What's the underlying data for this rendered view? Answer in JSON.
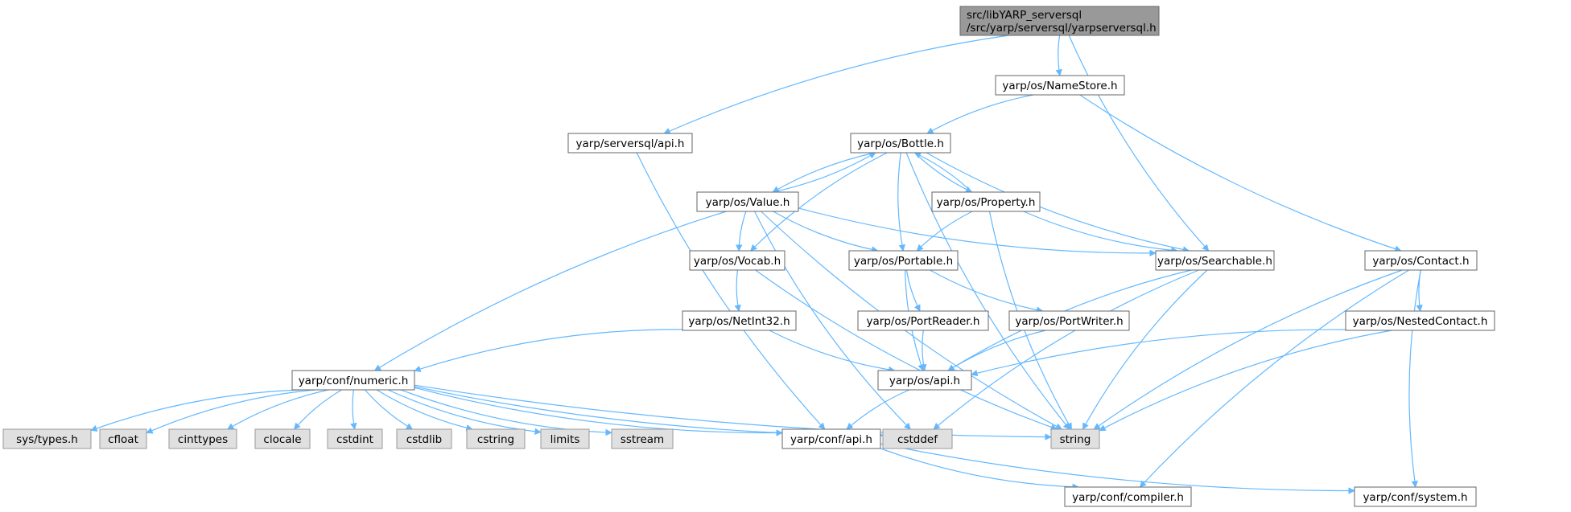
{
  "graph": {
    "edge_color": "#63b8ff",
    "root_color": "#999999",
    "system_color": "#e0e0e0",
    "nodes": {
      "root": {
        "lines": [
          "src/libYARP_serversql",
          "/src/yarp/serversql/yarpserversql.h"
        ],
        "kind": "root"
      },
      "nameStore": {
        "lines": [
          "yarp/os/NameStore.h"
        ],
        "kind": "normal"
      },
      "serversqlApi": {
        "lines": [
          "yarp/serversql/api.h"
        ],
        "kind": "normal"
      },
      "bottle": {
        "lines": [
          "yarp/os/Bottle.h"
        ],
        "kind": "normal"
      },
      "value": {
        "lines": [
          "yarp/os/Value.h"
        ],
        "kind": "normal"
      },
      "property": {
        "lines": [
          "yarp/os/Property.h"
        ],
        "kind": "normal"
      },
      "vocab": {
        "lines": [
          "yarp/os/Vocab.h"
        ],
        "kind": "normal"
      },
      "portable": {
        "lines": [
          "yarp/os/Portable.h"
        ],
        "kind": "normal"
      },
      "searchable": {
        "lines": [
          "yarp/os/Searchable.h"
        ],
        "kind": "normal"
      },
      "contact": {
        "lines": [
          "yarp/os/Contact.h"
        ],
        "kind": "normal"
      },
      "netInt32": {
        "lines": [
          "yarp/os/NetInt32.h"
        ],
        "kind": "normal"
      },
      "portReader": {
        "lines": [
          "yarp/os/PortReader.h"
        ],
        "kind": "normal"
      },
      "portWriter": {
        "lines": [
          "yarp/os/PortWriter.h"
        ],
        "kind": "normal"
      },
      "nestedContact": {
        "lines": [
          "yarp/os/NestedContact.h"
        ],
        "kind": "normal"
      },
      "numeric": {
        "lines": [
          "yarp/conf/numeric.h"
        ],
        "kind": "normal"
      },
      "osApi": {
        "lines": [
          "yarp/os/api.h"
        ],
        "kind": "normal"
      },
      "sysTypes": {
        "lines": [
          "sys/types.h"
        ],
        "kind": "system"
      },
      "cfloat": {
        "lines": [
          "cfloat"
        ],
        "kind": "system"
      },
      "cinttypes": {
        "lines": [
          "cinttypes"
        ],
        "kind": "system"
      },
      "clocale": {
        "lines": [
          "clocale"
        ],
        "kind": "system"
      },
      "cstdint": {
        "lines": [
          "cstdint"
        ],
        "kind": "system"
      },
      "cstdlib": {
        "lines": [
          "cstdlib"
        ],
        "kind": "system"
      },
      "cstring": {
        "lines": [
          "cstring"
        ],
        "kind": "system"
      },
      "limits": {
        "lines": [
          "limits"
        ],
        "kind": "system"
      },
      "sstream": {
        "lines": [
          "sstream"
        ],
        "kind": "system"
      },
      "confApi": {
        "lines": [
          "yarp/conf/api.h"
        ],
        "kind": "normal"
      },
      "cstddef": {
        "lines": [
          "cstddef"
        ],
        "kind": "system"
      },
      "string": {
        "lines": [
          "string"
        ],
        "kind": "system"
      },
      "compiler": {
        "lines": [
          "yarp/conf/compiler.h"
        ],
        "kind": "normal"
      },
      "system": {
        "lines": [
          "yarp/conf/system.h"
        ],
        "kind": "normal"
      }
    },
    "edges": [
      [
        "root",
        "nameStore"
      ],
      [
        "root",
        "serversqlApi"
      ],
      [
        "root",
        "searchable"
      ],
      [
        "nameStore",
        "bottle"
      ],
      [
        "nameStore",
        "contact"
      ],
      [
        "serversqlApi",
        "confApi"
      ],
      [
        "bottle",
        "value"
      ],
      [
        "bottle",
        "property"
      ],
      [
        "bottle",
        "vocab"
      ],
      [
        "bottle",
        "portable"
      ],
      [
        "bottle",
        "searchable"
      ],
      [
        "bottle",
        "string"
      ],
      [
        "value",
        "bottle"
      ],
      [
        "value",
        "vocab"
      ],
      [
        "value",
        "portable"
      ],
      [
        "value",
        "searchable"
      ],
      [
        "value",
        "numeric"
      ],
      [
        "value",
        "cstddef"
      ],
      [
        "value",
        "string"
      ],
      [
        "property",
        "bottle"
      ],
      [
        "property",
        "portable"
      ],
      [
        "property",
        "searchable"
      ],
      [
        "property",
        "string"
      ],
      [
        "vocab",
        "netInt32"
      ],
      [
        "vocab",
        "string"
      ],
      [
        "portable",
        "portReader"
      ],
      [
        "portable",
        "portWriter"
      ],
      [
        "portable",
        "osApi"
      ],
      [
        "searchable",
        "osApi"
      ],
      [
        "searchable",
        "cstddef"
      ],
      [
        "searchable",
        "string"
      ],
      [
        "contact",
        "nestedContact"
      ],
      [
        "contact",
        "string"
      ],
      [
        "contact",
        "compiler"
      ],
      [
        "contact",
        "system"
      ],
      [
        "netInt32",
        "numeric"
      ],
      [
        "netInt32",
        "osApi"
      ],
      [
        "portReader",
        "osApi"
      ],
      [
        "portWriter",
        "osApi"
      ],
      [
        "nestedContact",
        "osApi"
      ],
      [
        "nestedContact",
        "string"
      ],
      [
        "numeric",
        "sysTypes"
      ],
      [
        "numeric",
        "cfloat"
      ],
      [
        "numeric",
        "cinttypes"
      ],
      [
        "numeric",
        "clocale"
      ],
      [
        "numeric",
        "cstdint"
      ],
      [
        "numeric",
        "cstdlib"
      ],
      [
        "numeric",
        "cstring"
      ],
      [
        "numeric",
        "limits"
      ],
      [
        "numeric",
        "sstream"
      ],
      [
        "numeric",
        "confApi"
      ],
      [
        "numeric",
        "cstddef"
      ],
      [
        "numeric",
        "string"
      ],
      [
        "osApi",
        "confApi"
      ],
      [
        "confApi",
        "compiler"
      ],
      [
        "confApi",
        "system"
      ]
    ]
  }
}
